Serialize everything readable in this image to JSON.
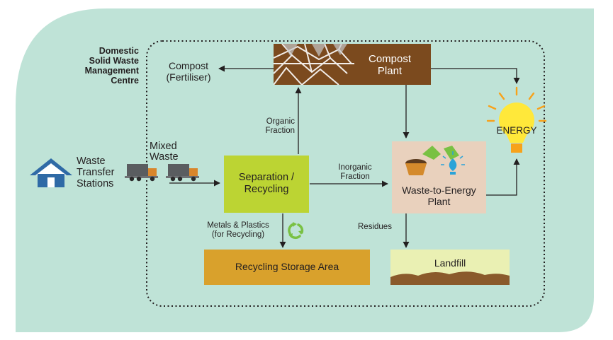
{
  "centre_title": "Domestic\nSolid Waste\nManagement\nCentre",
  "nodes": {
    "waste_transfer_stations": "Waste\nTransfer\nStations",
    "mixed_waste": "Mixed\nWaste",
    "separation_recycling": "Separation /\nRecycling",
    "compost_plant": "Compost\nPlant",
    "compost_output": "Compost\n(Fertiliser)",
    "waste_to_energy_plant": "Waste-to-Energy\nPlant",
    "energy": "ENERGY",
    "recycling_storage_area": "Recycling Storage Area",
    "landfill": "Landfill"
  },
  "flow_labels": {
    "organic_fraction": "Organic\nFraction",
    "inorganic_fraction": "Inorganic\nFraction",
    "metals_plastics": "Metals & Plastics\n(for Recycling)",
    "residues": "Residues"
  },
  "colors": {
    "background_panel": "#bfe3d7",
    "separation_box": "#bcd433",
    "compost_box": "#7b4a1e",
    "waste_to_energy_box": "#e9d1bd",
    "recycling_storage_box": "#d9a12c",
    "landfill_box": "#eaf0b3",
    "house": "#2f6aa6",
    "truck": "#5a5d60",
    "bulb": "#ffe83a",
    "recycle_symbol": "#79c143"
  },
  "icons": [
    "house-icon",
    "truck-icon",
    "recycle-icon",
    "lightbulb-icon",
    "compost-basket-icon",
    "water-drop-icon"
  ]
}
